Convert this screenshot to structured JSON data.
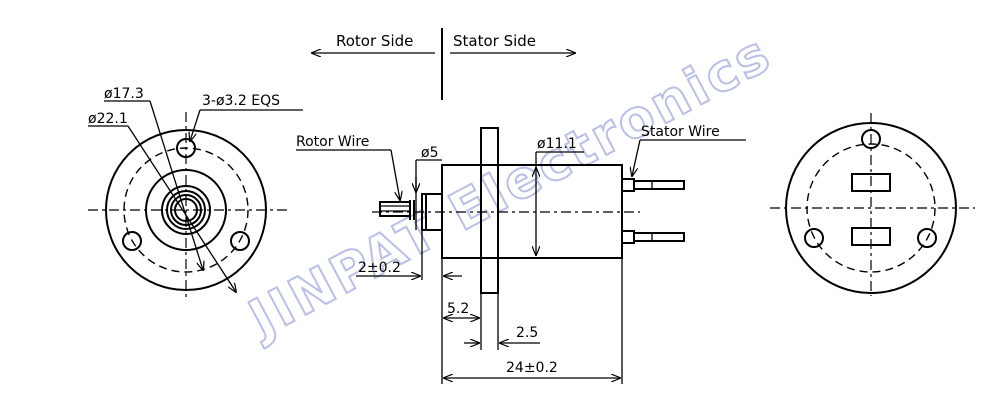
{
  "header": {
    "rotor_side": "Rotor Side",
    "stator_side": "Stator Side"
  },
  "labels": {
    "d17_3": "ø17.3",
    "holes": "3-ø3.2 EQS",
    "d22_1": "ø22.1",
    "rotor_wire": "Rotor Wire",
    "d5": "ø5",
    "d11_1": "ø11.1",
    "stator_wire": "Stator Wire",
    "dim_2": "2±0.2",
    "dim_5_2": "5.2",
    "dim_2_5": "2.5",
    "dim_24": "24±0.2"
  },
  "watermark": "JINPAT Electronics",
  "colors": {
    "line": "#000000",
    "watermark": "#b9bfe6"
  }
}
